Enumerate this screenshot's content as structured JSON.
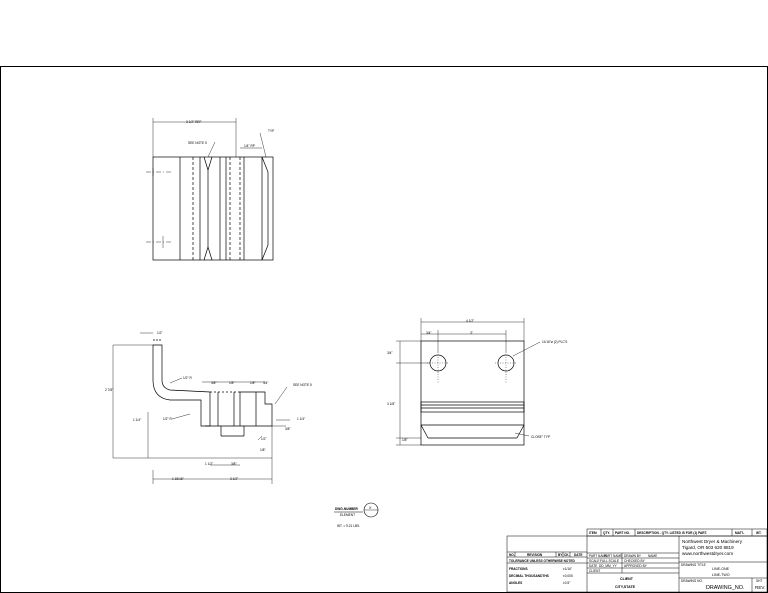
{
  "top_view": {
    "dim_width": "3 1/2\" REF",
    "note_see5": "SEE NOTE 5",
    "dim_rp": "1/4\" RP",
    "typ": "TYP"
  },
  "side_view": {
    "dim_top": "1/2\"",
    "dim_r1": "1/2\" R",
    "dim_r2": "1/2\" R",
    "dim_38a": "3/8\"",
    "dim_18a": "1/8\"",
    "dim_18b": "1/8\"",
    "dim_34": "3/4\"",
    "note_see5": "SEE NOTE 5",
    "dim_height": "2 7/8\"",
    "dim_114a": "1 1/4\"",
    "dim_114b": "1 1/4\"",
    "dim_38b": "3/8\"",
    "dim_12": "1/2\"",
    "dim_18c": "1/8\"",
    "dim_112": "1 1/2\"",
    "dim_38c": "3/8\"",
    "dim_11516": "1 15/16\"",
    "dim_312": "3 1/2\""
  },
  "front_view": {
    "dim_412": "4 1/2\"",
    "dim_34": "3/4\"",
    "dim_3": "3\"",
    "holes_note": "11/16\"ø (2) PLC'S",
    "dim_34v": "3/4\"",
    "dim_318": "3 1/8\"",
    "dim_18": "1/8\"",
    "chamfer": "CLOSE\" TYP"
  },
  "callout": {
    "dwg_label": "DWG-NUMBER",
    "sub_label": "ELEMENT",
    "bubble": "X",
    "weight": "WT. = 9.21 LBS."
  },
  "bom": {
    "headers": [
      "ITEM",
      "QTY.",
      "PART NO.",
      "DESCRIPTION - QTY. LISTED IS FOR (1) PART.",
      "MAT'L",
      "WT."
    ]
  },
  "revision": {
    "headers": [
      "NO.",
      "REVISION",
      "BY",
      "CK.",
      "DATE"
    ]
  },
  "tolerance": {
    "title": "TOLERANCE UNLESS OTHERWISE NOTED",
    "rows": [
      {
        "label": "FRACTIONS",
        "value": "±1/16\""
      },
      {
        "label": "DECIMAL THOUSANDTHS",
        "value": "±0.005"
      },
      {
        "label": "ANGLES",
        "value": "±0.5°"
      }
    ]
  },
  "title_block": {
    "labels": {
      "part_name": "PART NAME",
      "drawn_by": "DRAWN BY",
      "scale": "SCALE",
      "checked_by": "CHECKED BY",
      "date": "DATE",
      "approved_by": "APPROVED BY",
      "client_label": "CLIENT"
    },
    "values": {
      "part_name": "PART NAME",
      "drawn_by": "NAME",
      "scale": "FULL SCALE",
      "date": "DD_MM_YY"
    },
    "client": "CLIENT",
    "city_state": "CITY,STATE",
    "company": {
      "name": "Northwest Dryer & Machinery",
      "city": "Tigard, OR    503 620 8819",
      "web": "www.northwestdryer.com"
    },
    "drawing_title_label": "DRAWING TITLE",
    "drawing_title_1": "LINE-ONE",
    "drawing_title_2": "LINE-TWO",
    "drawing_no_label": "DRAWING NO.",
    "drawing_no": "DRAWING_NO.",
    "sheet_label": "SHT",
    "rev": "REV."
  }
}
